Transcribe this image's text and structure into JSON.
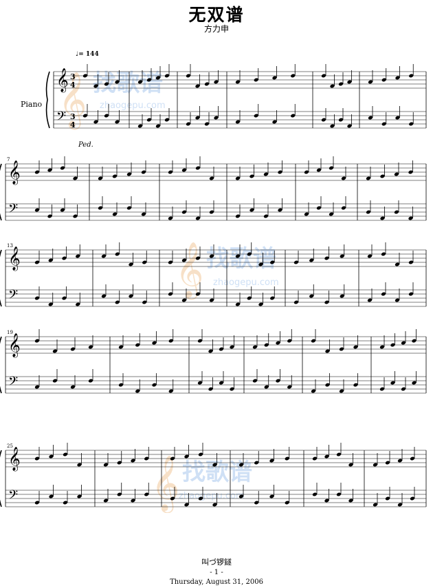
{
  "header": {
    "title": "无双谱",
    "composer": "方力申",
    "tempo": "♩= 144",
    "instrument": "Piano",
    "pedal": "Ped."
  },
  "systems": [
    {
      "measure_start": "",
      "time_signature": "3/4"
    },
    {
      "measure_start": "7"
    },
    {
      "measure_start": "13"
    },
    {
      "measure_start": "19"
    },
    {
      "measure_start": "25"
    }
  ],
  "watermark": {
    "text": "找歌谱",
    "url": "zhaogepu.com",
    "color": "#a8c8ee",
    "accent": "#f2c89a"
  },
  "footer": {
    "line1": "叫づ锣鐩",
    "page": "- 1 -",
    "date": "Thursday, August 31, 2006"
  }
}
